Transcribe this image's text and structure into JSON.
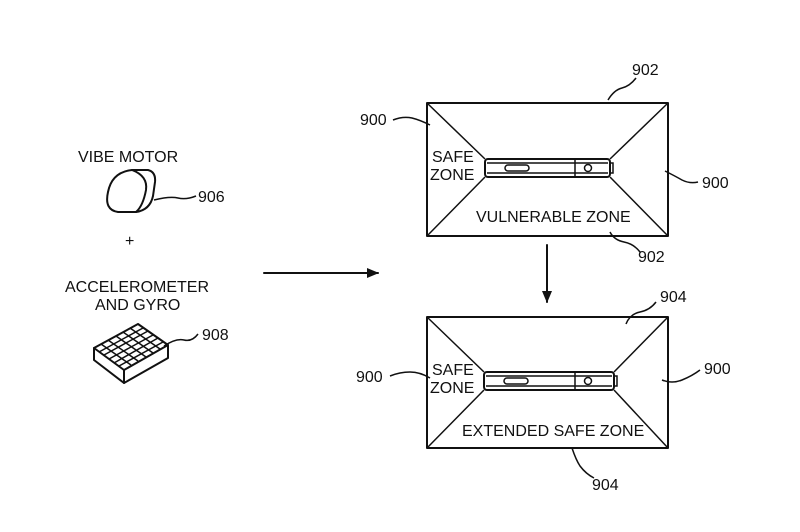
{
  "left_components": {
    "vibe_motor_label": "VIBE MOTOR",
    "vibe_motor_ref": "906",
    "plus_sign": "+",
    "accel_label_line1": "ACCELEROMETER",
    "accel_label_line2": "AND GYRO",
    "accel_ref": "908"
  },
  "top_panel": {
    "ref_top": "902",
    "ref_bottom": "902",
    "ref_left": "900",
    "ref_right": "900",
    "safe_zone_line1": "SAFE",
    "safe_zone_line2": "ZONE",
    "bottom_zone_label": "VULNERABLE ZONE"
  },
  "bottom_panel": {
    "ref_top": "904",
    "ref_bottom": "904",
    "ref_left": "900",
    "ref_right": "900",
    "safe_zone_line1": "SAFE",
    "safe_zone_line2": "ZONE",
    "bottom_zone_label": "EXTENDED SAFE ZONE"
  }
}
